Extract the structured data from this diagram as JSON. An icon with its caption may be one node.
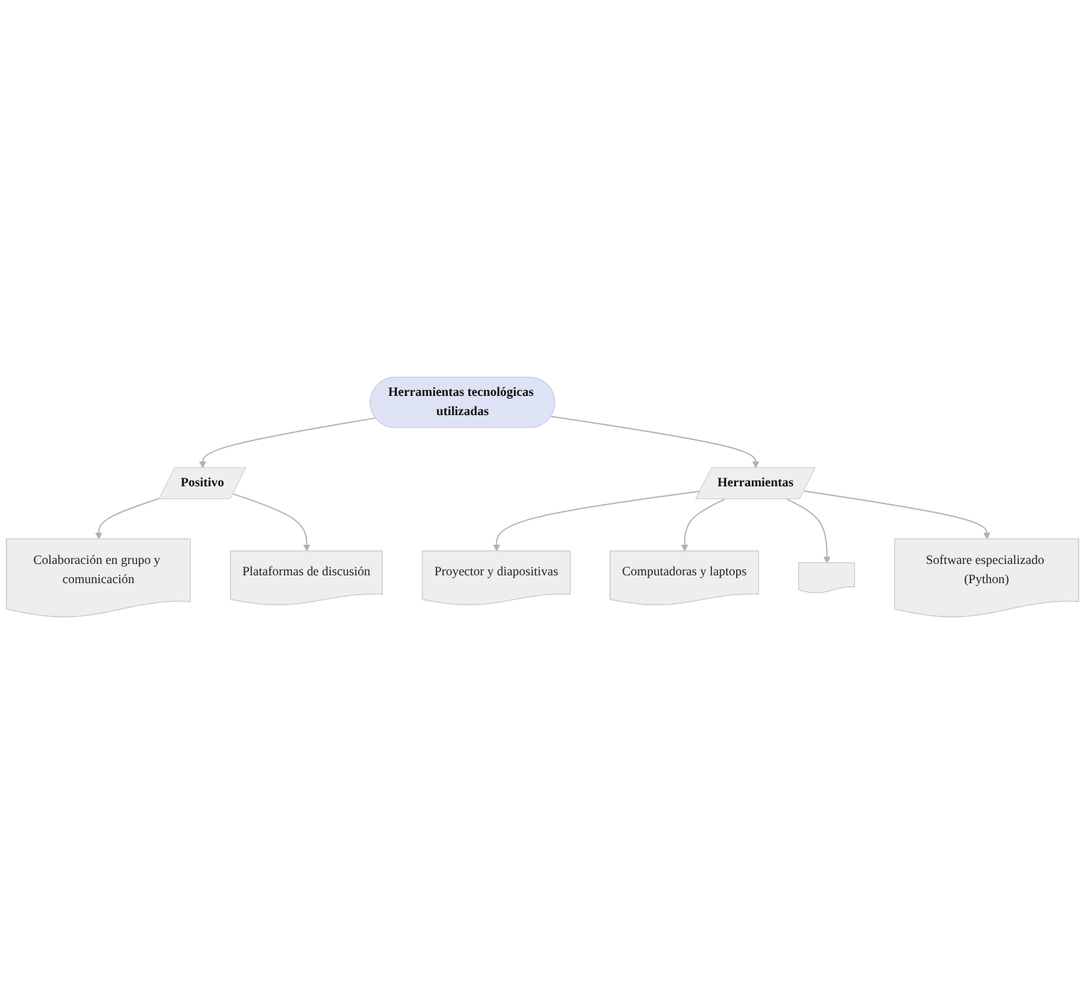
{
  "diagram": {
    "nodes": [
      {
        "text": [
          "Colaboración en grupo y comunicación"
        ]
      },
      {
        "text": [
          "Plataformas de discusión"
        ]
      },
      {
        "text": [
          "Positivo"
        ]
      },
      {
        "text": [
          "Herramientas tecnológicas utilizadas"
        ]
      },
      {
        "text": [
          "Herramientas"
        ]
      },
      {
        "text": [
          "Proyector y diapositivas"
        ]
      },
      {
        "text": [
          "Computadoras y laptops"
        ]
      },
      {
        "text": [],
        "shape": "box"
      },
      {
        "text": [
          "Software especializado (Python)"
        ]
      }
    ],
    "edges": [
      {
        "from": 3,
        "to": 2,
        "arrow": "to"
      },
      {
        "from": 2,
        "to": 0,
        "arrow": "to"
      },
      {
        "from": 2,
        "to": 1,
        "arrow": "to"
      },
      {
        "from": 3,
        "to": 4,
        "arrow": "to"
      },
      {
        "from": 4,
        "to": 5,
        "arrow": "to"
      },
      {
        "from": 4,
        "to": 6,
        "arrow": "to"
      },
      {
        "from": 4,
        "to": 7,
        "arrow": "to"
      },
      {
        "from": 4,
        "to": 8,
        "arrow": "to"
      }
    ]
  }
}
